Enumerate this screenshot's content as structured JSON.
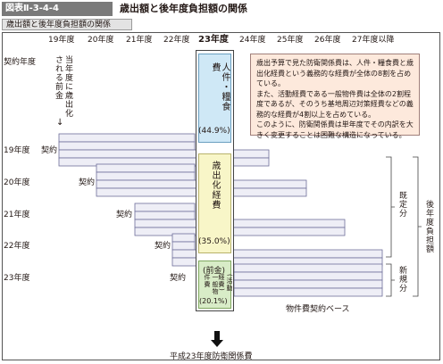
{
  "figure_label": "図表Ⅱ-3-4-4",
  "figure_title": "歳出額と後年度負担額の関係",
  "subtitle": "歳出額と後年度負担額の関係",
  "year_headers": [
    "19年度",
    "20年度",
    "21年度",
    "22年度",
    "23年度",
    "24年度",
    "25年度",
    "26年度",
    "27年度以降"
  ],
  "contract_year_label": "契約年度",
  "prior_note": "当年度に歳出化される前金",
  "prior_arrow": "↓",
  "rows": [
    {
      "label": "19年度",
      "contract": "契約"
    },
    {
      "label": "20年度",
      "contract": "契約"
    },
    {
      "label": "21年度",
      "contract": "契約"
    },
    {
      "label": "22年度",
      "contract": "契約"
    },
    {
      "label": "23年度",
      "contract": "契約"
    }
  ],
  "segments": {
    "personnel": {
      "label": "人件・糧食費",
      "percent": "(44.9%)"
    },
    "obligatory": {
      "label": "歳出化経費",
      "percent": "(35.0%)"
    },
    "advance": {
      "label": "(前金)",
      "label2": "一般物件費",
      "sub": "(活動経費)",
      "percent": "(20.1%)"
    }
  },
  "callout_lines": [
    "歳出予算で見た防衛関係費は、人件・糧食費と歳出化経費という義務的な経費が全体の8割を占めている。",
    "また、活動経費である一般物件費は全体の2割程度であるが、そのうち基地周辺対策経費などの義務的な経費が4割以上を占めている。",
    "このように、防衛関係費は単年度でその内訳を大きく変更することは困難な構造になっている。"
  ],
  "right_labels": {
    "existing": "既定分",
    "new": "新規分",
    "future": "後年度負担額"
  },
  "basis_label": "物件費契約ベース",
  "bottom_arrow_label": "平成23年度防衛関係費",
  "colors": {
    "personnel": "#cfe8f6",
    "obligatory": "#f8f6c8",
    "advance": "#d8ecc7",
    "bar_fill": "#eeeef6",
    "bar_stroke": "#6e6e9a",
    "callout": "#fde9dc"
  }
}
